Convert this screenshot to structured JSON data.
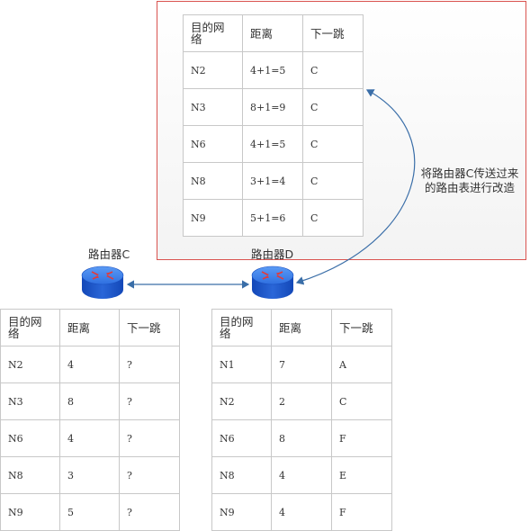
{
  "router_c": {
    "label": "路由器C",
    "table": {
      "headers": [
        "目的网络",
        "距离",
        "下一跳"
      ],
      "rows": [
        [
          "N2",
          "4",
          "?"
        ],
        [
          "N3",
          "8",
          "?"
        ],
        [
          "N6",
          "4",
          "?"
        ],
        [
          "N8",
          "3",
          "?"
        ],
        [
          "N9",
          "5",
          "?"
        ]
      ]
    }
  },
  "router_d": {
    "label": "路由器D",
    "table": {
      "headers": [
        "目的网络",
        "距离",
        "下一跳"
      ],
      "rows": [
        [
          "N1",
          "7",
          "A"
        ],
        [
          "N2",
          "2",
          "C"
        ],
        [
          "N6",
          "8",
          "F"
        ],
        [
          "N8",
          "4",
          "E"
        ],
        [
          "N9",
          "4",
          "F"
        ]
      ]
    }
  },
  "modified_table": {
    "headers": [
      "目的网络",
      "距离",
      "下一跳"
    ],
    "rows": [
      [
        "N2",
        "4+1=5",
        "C"
      ],
      [
        "N3",
        "8+1=9",
        "C"
      ],
      [
        "N6",
        "4+1=5",
        "C"
      ],
      [
        "N8",
        "3+1=4",
        "C"
      ],
      [
        "N9",
        "5+1=6",
        "C"
      ]
    ]
  },
  "annotation": "将路由器C传送过来的路由表进行改造",
  "colors": {
    "panel_border": "#d9534f",
    "link": "#3a6ea8",
    "router_body": "#1f5fd6",
    "router_top": "#3f86f0",
    "router_arrows": "#e23b3b"
  }
}
